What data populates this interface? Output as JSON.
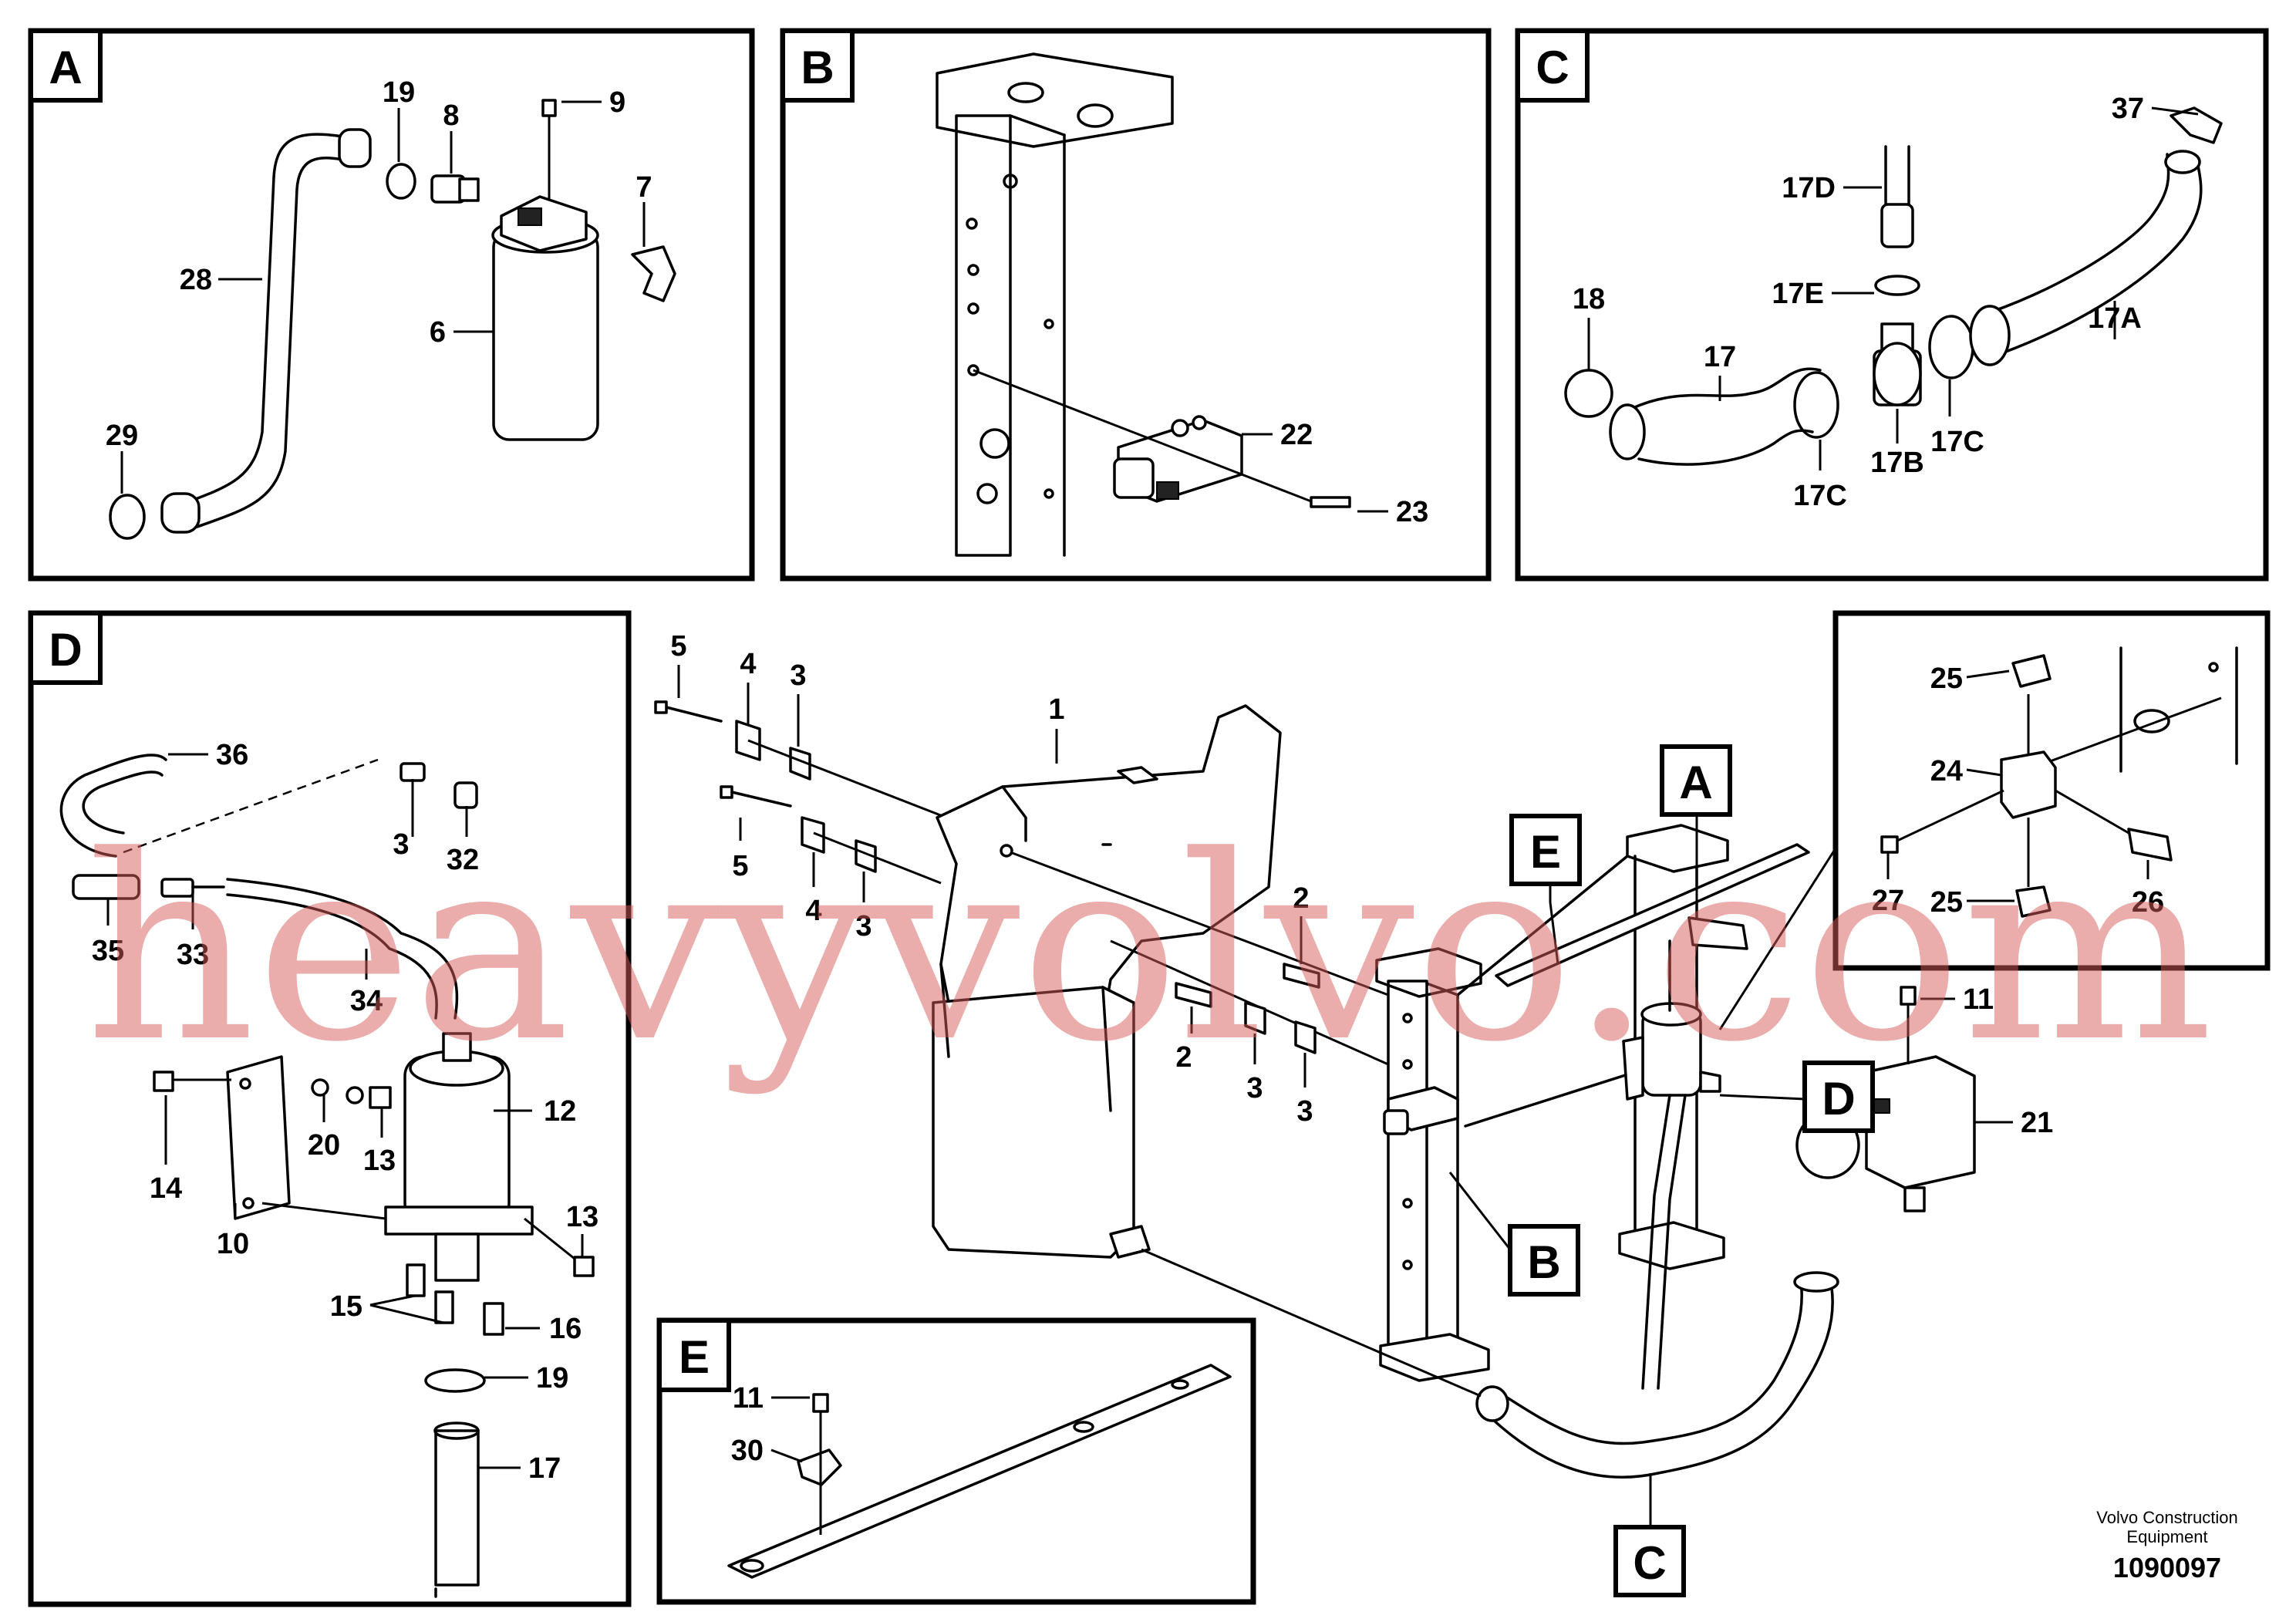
{
  "panels": {
    "A": {
      "tag": "A",
      "labels": [
        "19",
        "8",
        "9",
        "7",
        "28",
        "6",
        "29"
      ]
    },
    "B": {
      "tag": "B",
      "labels": [
        "22",
        "23"
      ]
    },
    "C": {
      "tag": "C",
      "labels": [
        "37",
        "17D",
        "18",
        "17E",
        "17",
        "17A",
        "17B",
        "17C",
        "17C"
      ]
    },
    "D": {
      "tag": "D",
      "labels": [
        "36",
        "3",
        "32",
        "35",
        "33",
        "34",
        "12",
        "20",
        "13",
        "14",
        "10",
        "13",
        "15",
        "16",
        "19",
        "17"
      ]
    },
    "E": {
      "tag": "E",
      "labels": [
        "11",
        "30"
      ]
    },
    "valve": {
      "labels": [
        "25",
        "24",
        "27",
        "25",
        "26"
      ]
    }
  },
  "main": {
    "labels": [
      "5",
      "4",
      "3",
      "1",
      "5",
      "4",
      "3",
      "2",
      "2",
      "3",
      "3",
      "11",
      "21"
    ],
    "callouts": [
      "A",
      "E",
      "D",
      "B",
      "C"
    ]
  },
  "footer": {
    "company_line1": "Volvo Construction",
    "company_line2": "Equipment",
    "drawing_number": "1090097"
  },
  "watermark": "heavyvolvo.com"
}
